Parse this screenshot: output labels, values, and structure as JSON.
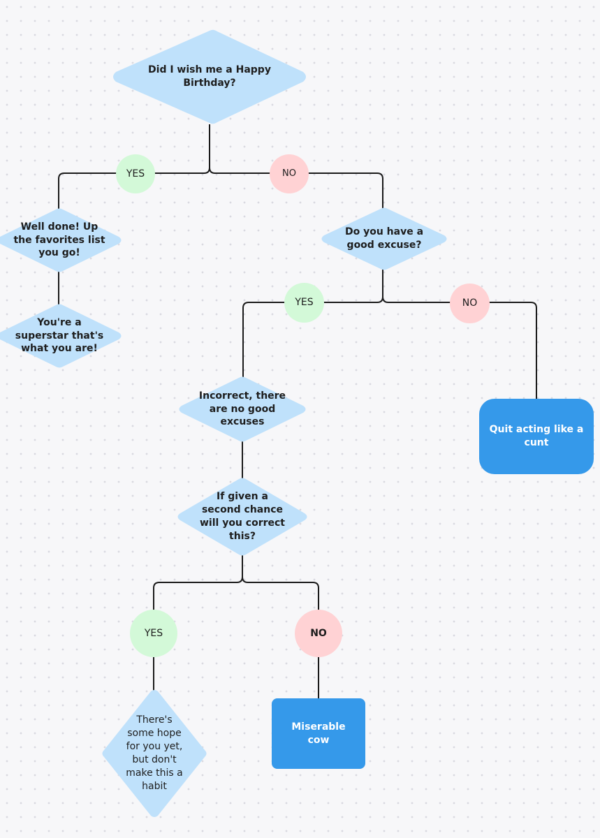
{
  "colors": {
    "diamond": "#bfe1fb",
    "yes": "#d3f9d8",
    "no": "#ffd2d4",
    "end_box": "#3599ea",
    "line": "#1a1a1a"
  },
  "nodes": {
    "q_birthday": "Did I wish me a Happy\nBirthday?",
    "yes_1": "YES",
    "no_1": "NO",
    "well_done": "Well done! Up\nthe favorites list\nyou go!",
    "superstar": "You're a\nsuperstar that's\nwhat you are!",
    "q_excuse": "Do you have a\ngood excuse?",
    "yes_2": "YES",
    "no_2": "NO",
    "incorrect": "Incorrect, there\nare no good\nexcuses",
    "quit_acting": "Quit acting like a\ncunt",
    "q_second_chance": "If given a\nsecond chance\nwill you correct\nthis?",
    "yes_3": "YES",
    "no_3": "NO",
    "some_hope": "There's\nsome hope\nfor you yet,\nbut don't\nmake this a\nhabit",
    "miserable_cow": "Miserable cow"
  }
}
